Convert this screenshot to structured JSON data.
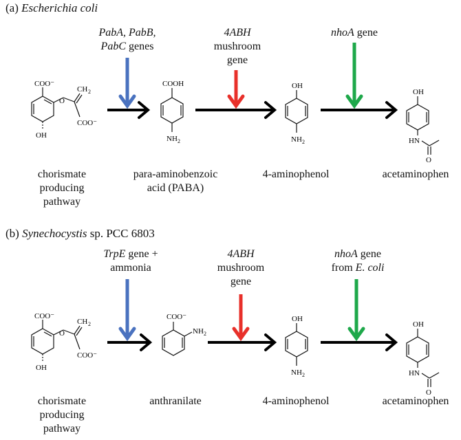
{
  "panel_a": {
    "tag": "(a)",
    "organism": "Escherichia coli",
    "gene_1_line1_italic": "PabA, PabB,",
    "gene_1_line2_italic": "PabC",
    "gene_1_line2_rest": " genes",
    "gene_2_line1_italic": "4ABH",
    "gene_2_line2": "mushroom",
    "gene_2_line3": "gene",
    "gene_3_italic": "nhoA",
    "gene_3_rest": " gene",
    "compound_1_line1": "chorismate",
    "compound_1_line2": "producing",
    "compound_1_line3": "pathway",
    "compound_2_line1": "para-aminobenzoic",
    "compound_2_line2": "acid (PABA)",
    "compound_3": "4-aminophenol",
    "compound_4": "acetaminophen"
  },
  "panel_b": {
    "tag": "(b)",
    "organism_italic": "Synechocystis",
    "organism_rest": " sp. PCC 6803",
    "gene_1_line1_italic": "TrpE",
    "gene_1_line1_rest": " gene +",
    "gene_1_line2": "ammonia",
    "gene_2_line1_italic": "4ABH",
    "gene_2_line2": "mushroom",
    "gene_2_line3": "gene",
    "gene_3_line1_italic": "nhoA",
    "gene_3_line1_rest": " gene",
    "gene_3_line2_prefix": "from ",
    "gene_3_line2_italic": "E. coli",
    "compound_1_line1": "chorismate",
    "compound_1_line2": "producing",
    "compound_1_line3": "pathway",
    "compound_2": "anthranilate",
    "compound_3": "4-aminophenol",
    "compound_4": "acetaminophen"
  },
  "chem_labels": {
    "carboxylate": "COO⁻",
    "carboxyl": "COOH",
    "methylene": "CH",
    "methylene_sub": "2",
    "hydroxyl": "OH",
    "amine": "NH",
    "amine_sub": "2",
    "amide_n": "HN",
    "oxygen": "O"
  },
  "colors": {
    "step1_arrow": "#4a72bf",
    "step2_arrow": "#e8302a",
    "step3_arrow": "#1ea84a",
    "reaction_arrow": "#000000"
  }
}
